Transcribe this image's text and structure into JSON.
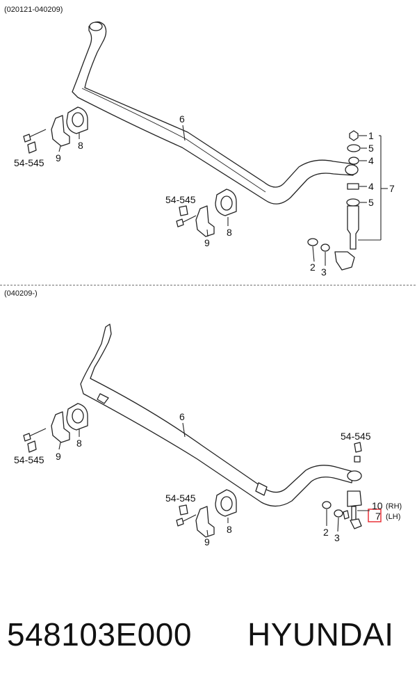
{
  "top_panel": {
    "range": "(020121-040209)",
    "labels": {
      "bar": "6",
      "bush_left": "8",
      "bracket_left": "9",
      "bolt_left": "54-545",
      "bush_mid": "8",
      "bracket_mid": "9",
      "bolt_mid": "54-545",
      "nut": "1",
      "washer_a": "5",
      "bushing_a": "4",
      "bushing_b": "4",
      "washer_b": "5",
      "link_group": "7",
      "washer_2": "2",
      "washer_3": "3"
    }
  },
  "bottom_panel": {
    "range": "(040209-)",
    "labels": {
      "bar": "6",
      "bush_left": "8",
      "bracket_left": "9",
      "bolt_left": "54-545",
      "bush_mid": "8",
      "bracket_mid": "9",
      "bolt_mid": "54-545",
      "bolt_link": "54-545",
      "link_rh_num": "10",
      "link_rh_side": "(RH)",
      "link_lh_num": "7",
      "link_lh_side": "(LH)",
      "washer_2": "2",
      "washer_3": "3"
    },
    "highlight_color": "#e8232a"
  },
  "footer": {
    "part_number": "548103E000",
    "brand": "HYUNDAI"
  }
}
